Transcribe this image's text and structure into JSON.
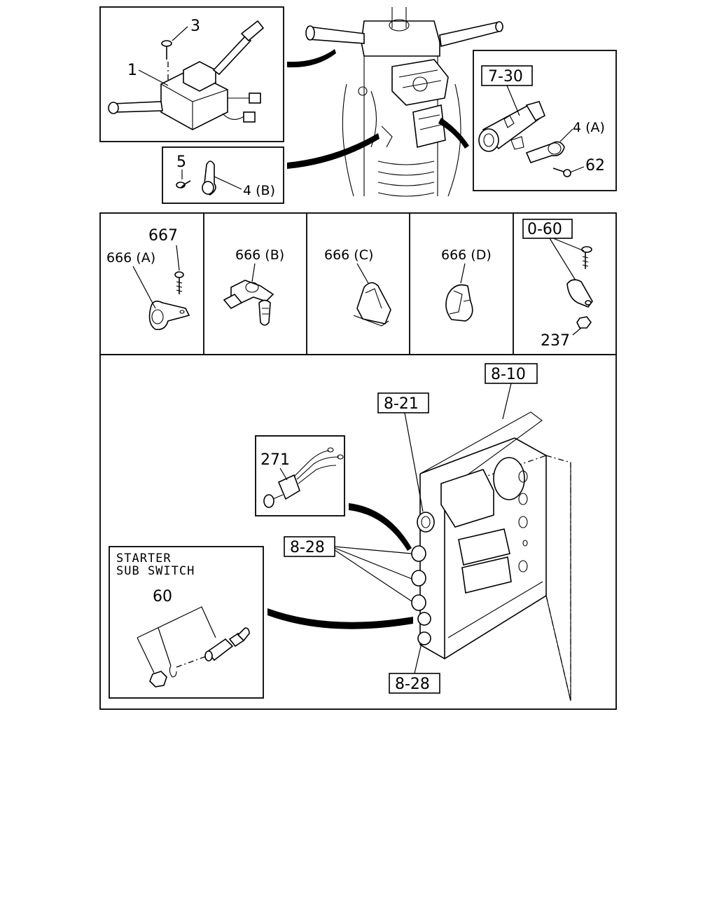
{
  "labels": {
    "p3": "3",
    "p1": "1",
    "p5": "5",
    "p4b": "4 (B)",
    "p7_30": "7-30",
    "p4a": "4 (A)",
    "p62": "62",
    "p667": "667",
    "p666a": "666 (A)",
    "p666b": "666 (B)",
    "p666c": "666 (C)",
    "p666d": "666 (D)",
    "p0_60": "0-60",
    "p237": "237",
    "p8_10": "8-10",
    "p8_21": "8-21",
    "p271": "271",
    "p8_28_top": "8-28",
    "p8_28_bottom": "8-28",
    "starter_line1": "STARTER",
    "starter_line2": "SUB SWITCH",
    "p60": "60"
  }
}
